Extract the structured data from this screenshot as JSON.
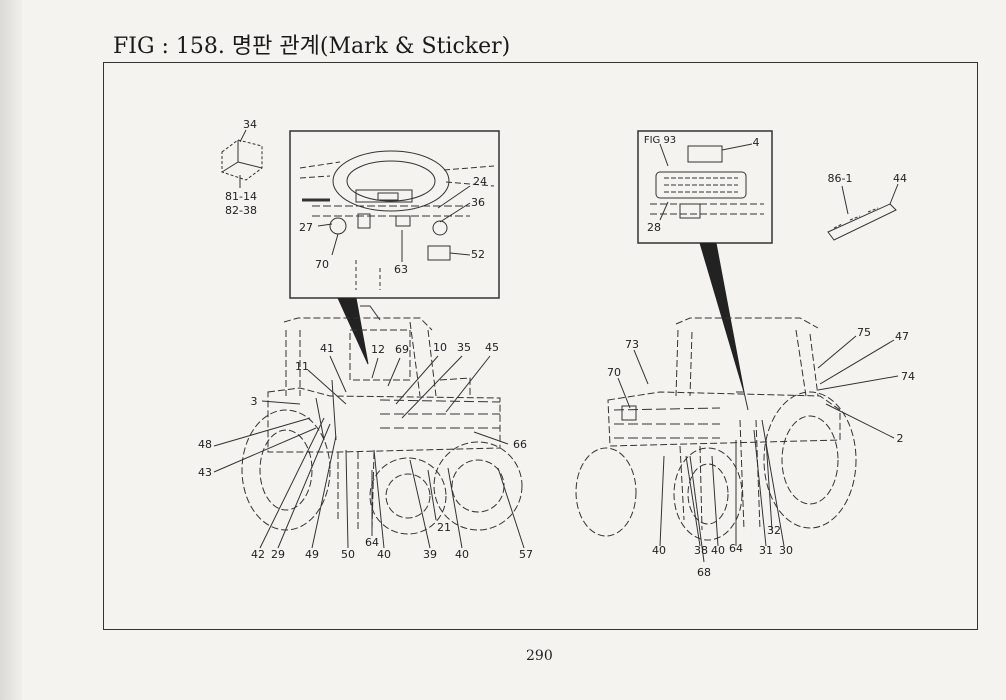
{
  "page": {
    "title": "FIG : 158. 명판 관계(Mark & Sticker)",
    "page_number": "290"
  },
  "callouts": [
    {
      "id": "c34",
      "label": "34"
    },
    {
      "id": "c81",
      "label": "81-14"
    },
    {
      "id": "c82",
      "label": "82-38"
    },
    {
      "id": "c24",
      "label": "24"
    },
    {
      "id": "c36",
      "label": "36"
    },
    {
      "id": "c27",
      "label": "27"
    },
    {
      "id": "c52",
      "label": "52"
    },
    {
      "id": "c70a",
      "label": "70"
    },
    {
      "id": "c63",
      "label": "63"
    },
    {
      "id": "cfig93",
      "label": "FIG 93"
    },
    {
      "id": "c4",
      "label": "4"
    },
    {
      "id": "c28",
      "label": "28"
    },
    {
      "id": "c861",
      "label": "86-1"
    },
    {
      "id": "c44",
      "label": "44"
    },
    {
      "id": "c41",
      "label": "41"
    },
    {
      "id": "c12",
      "label": "12"
    },
    {
      "id": "c69",
      "label": "69"
    },
    {
      "id": "c10",
      "label": "10"
    },
    {
      "id": "c35",
      "label": "35"
    },
    {
      "id": "c45",
      "label": "45"
    },
    {
      "id": "c11",
      "label": "11"
    },
    {
      "id": "c3",
      "label": "3"
    },
    {
      "id": "c48",
      "label": "48"
    },
    {
      "id": "c43",
      "label": "43"
    },
    {
      "id": "c66",
      "label": "66"
    },
    {
      "id": "c21",
      "label": "21"
    },
    {
      "id": "c64a",
      "label": "64"
    },
    {
      "id": "c42",
      "label": "42"
    },
    {
      "id": "c29",
      "label": "29"
    },
    {
      "id": "c49",
      "label": "49"
    },
    {
      "id": "c50",
      "label": "50"
    },
    {
      "id": "c40a",
      "label": "40"
    },
    {
      "id": "c39",
      "label": "39"
    },
    {
      "id": "c40b",
      "label": "40"
    },
    {
      "id": "c57",
      "label": "57"
    },
    {
      "id": "c73",
      "label": "73"
    },
    {
      "id": "c70b",
      "label": "70"
    },
    {
      "id": "c75",
      "label": "75"
    },
    {
      "id": "c47",
      "label": "47"
    },
    {
      "id": "c74",
      "label": "74"
    },
    {
      "id": "c2",
      "label": "2"
    },
    {
      "id": "c40c",
      "label": "40"
    },
    {
      "id": "c38",
      "label": "38"
    },
    {
      "id": "c40d",
      "label": "40"
    },
    {
      "id": "c64b",
      "label": "64"
    },
    {
      "id": "c31",
      "label": "31"
    },
    {
      "id": "c30",
      "label": "30"
    },
    {
      "id": "c32",
      "label": "32"
    },
    {
      "id": "c68",
      "label": "68"
    }
  ]
}
